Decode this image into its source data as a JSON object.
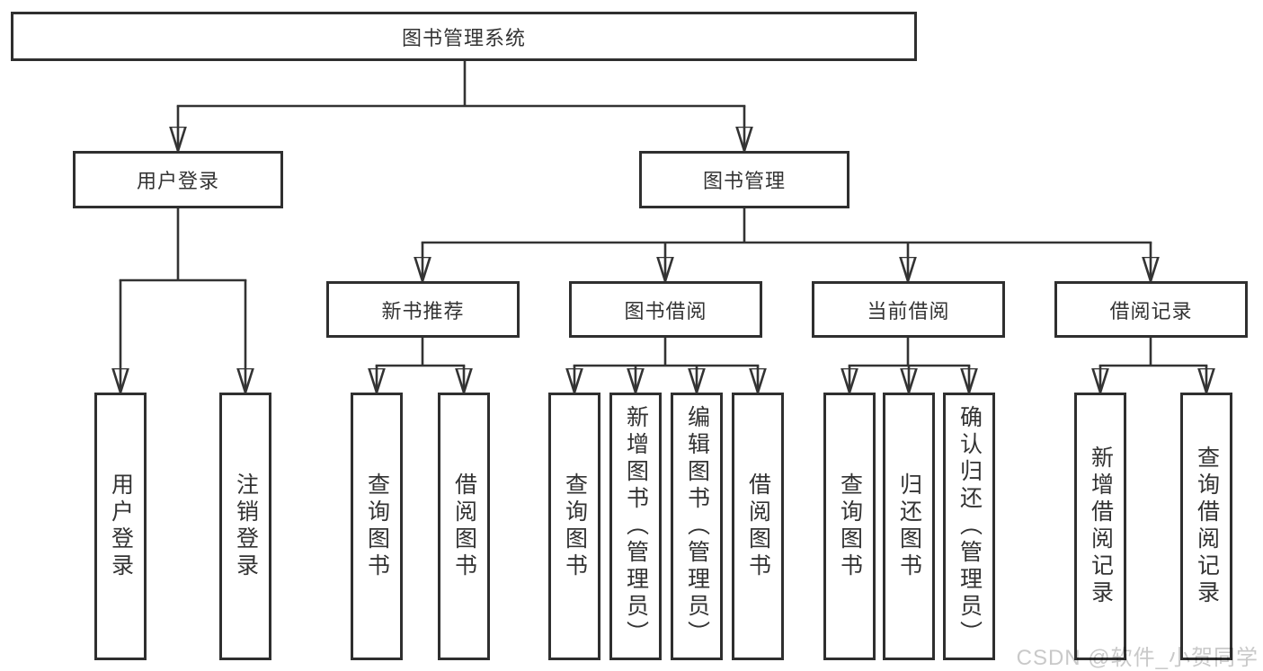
{
  "diagram": {
    "title": "图书管理系统",
    "tree": {
      "root": "图书管理系统",
      "level2": [
        {
          "label": "用户登录",
          "children": [
            {
              "label": "用户登录"
            },
            {
              "label": "注销登录"
            }
          ]
        },
        {
          "label": "图书管理",
          "children": [
            {
              "label": "新书推荐",
              "children": [
                {
                  "label": "查询图书"
                },
                {
                  "label": "借阅图书"
                }
              ]
            },
            {
              "label": "图书借阅",
              "children": [
                {
                  "label": "查询图书"
                },
                {
                  "label": "新增图书（管理员）"
                },
                {
                  "label": "编辑图书（管理员）"
                },
                {
                  "label": "借阅图书"
                }
              ]
            },
            {
              "label": "当前借阅",
              "children": [
                {
                  "label": "查询图书"
                },
                {
                  "label": "归还图书"
                },
                {
                  "label": "确认归还（管理员）"
                }
              ]
            },
            {
              "label": "借阅记录",
              "children": [
                {
                  "label": "新增借阅记录"
                },
                {
                  "label": "查询借阅记录"
                }
              ]
            }
          ]
        }
      ]
    },
    "watermark": "CSDN @软件_小贺同学",
    "colors": {
      "line": "#333333",
      "box_border": "#2f2f2f",
      "text": "#333333",
      "watermark": "#c9c9c9",
      "background": "#ffffff"
    }
  }
}
